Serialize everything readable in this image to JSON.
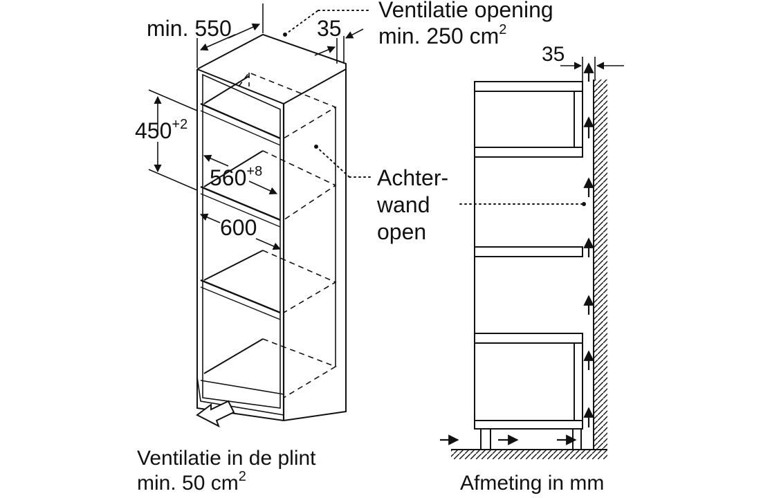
{
  "diagram": {
    "left": {
      "dim_width": "min. 550",
      "dim_gap": "35",
      "vent_top_line1": "Ventilatie opening",
      "vent_top_line2": "min. 250 cm",
      "vent_top_sup": "2",
      "dim_height": "450",
      "dim_height_sup": "+2",
      "dim_inner_width": "560",
      "dim_inner_width_sup": "+8",
      "dim_depth": "600",
      "back_wall_line1": "Achter-",
      "back_wall_line2": "wand",
      "back_wall_line3": "open",
      "plinth_line1": "Ventilatie in de plint",
      "plinth_line2": "min. 50 cm",
      "plinth_sup": "2"
    },
    "right": {
      "dim_gap": "35",
      "units_note": "Afmeting in mm"
    },
    "colors": {
      "line": "#111111",
      "background": "#ffffff"
    }
  }
}
